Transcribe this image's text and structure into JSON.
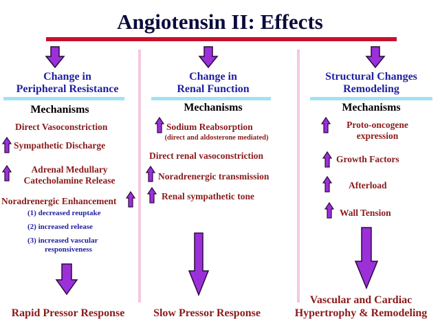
{
  "title": "Angiotensin II: Effects",
  "colors": {
    "title": "#0a0a3c",
    "top_bar": "#c8102e",
    "divider": "#f3c8e2",
    "heading_bar": "#9fe2f6",
    "heading_text": "#1f1fa0",
    "item_text": "#8b1a1a",
    "detail_text": "#1f1fa0",
    "arrow_fill": "#9b30d9",
    "arrow_stroke": "#2a0a3a"
  },
  "columns": {
    "left": {
      "heading_line1": "Change in",
      "heading_line2": "Peripheral Resistance",
      "mechanisms": "Mechanisms",
      "items": {
        "direct_vasoconstriction": "Direct Vasoconstriction",
        "sympathetic_discharge": "Sympathetic Discharge",
        "adrenal_line1": "Adrenal Medullary",
        "adrenal_line2": "Catecholamine Release",
        "noradrenergic_enhancement": "Noradrenergic Enhancement"
      },
      "details": {
        "d1": "(1) decreased reuptake",
        "d2": "(2) increased release",
        "d3_line1": "(3) increased vascular",
        "d3_line2": "responsiveness"
      },
      "outcome": "Rapid Pressor Response"
    },
    "middle": {
      "heading_line1": "Change in",
      "heading_line2": "Renal Function",
      "mechanisms": "Mechanisms",
      "items": {
        "sodium_reabsorption": "Sodium Reabsorption",
        "sodium_note": "(direct and aldosterone mediated)",
        "direct_renal": "Direct renal vasoconstriction",
        "noradrenergic_transmission": "Noradrenergic transmission",
        "renal_sympathetic": "Renal sympathetic tone"
      },
      "outcome": "Slow Pressor Response"
    },
    "right": {
      "heading_line1": "Structural Changes",
      "heading_line2": "Remodeling",
      "mechanisms": "Mechanisms",
      "items": {
        "proto_line1": "Proto-oncogene",
        "proto_line2": "expression",
        "growth_factors": "Growth Factors",
        "afterload": "Afterload",
        "wall_tension": "Wall Tension"
      },
      "outcome_line1": "Vascular and Cardiac",
      "outcome_line2": "Hypertrophy & Remodeling"
    }
  },
  "icons": {
    "down_arrow": "down-arrow-icon",
    "up_arrow": "up-arrow-icon"
  }
}
